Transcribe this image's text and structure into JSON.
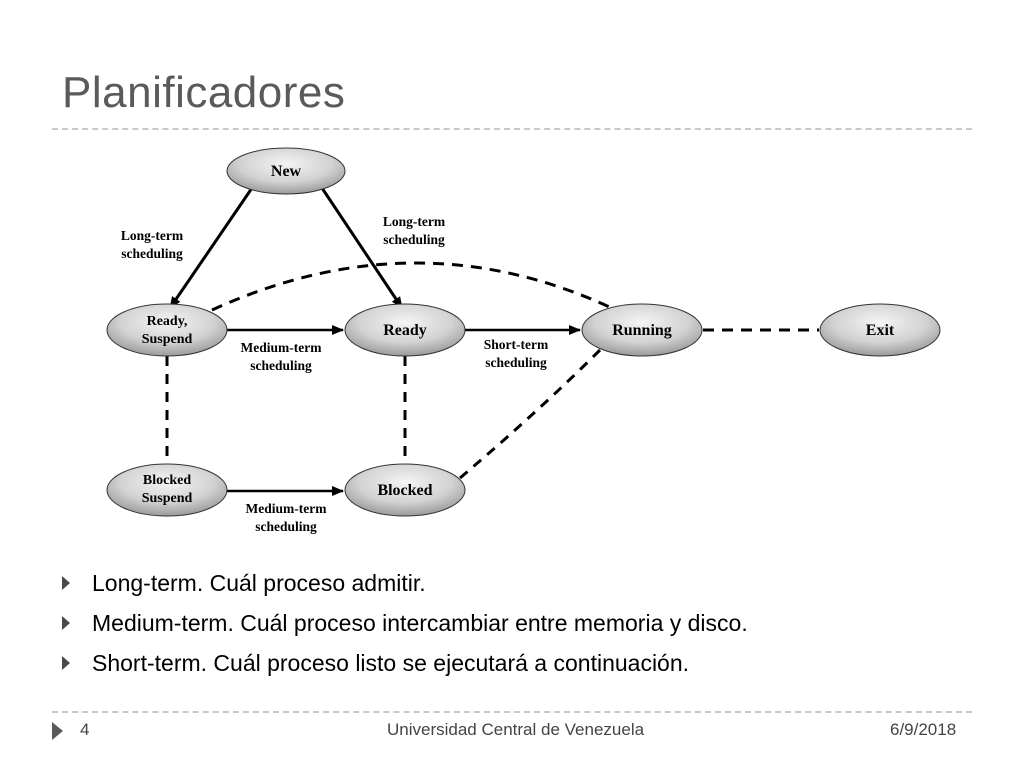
{
  "slide": {
    "title": "Planificadores",
    "footer": {
      "page_number": "4",
      "institution": "Universidad Central de Venezuela",
      "date": "6/9/2018"
    }
  },
  "diagram": {
    "nodes": {
      "new": "New",
      "ready_suspend_line1": "Ready,",
      "ready_suspend_line2": "Suspend",
      "ready": "Ready",
      "running": "Running",
      "exit": "Exit",
      "blocked_suspend_line1": "Blocked",
      "blocked_suspend_line2": "Suspend",
      "blocked": "Blocked"
    },
    "edge_labels": {
      "long_term_left_line1": "Long-term",
      "long_term_left_line2": "scheduling",
      "long_term_right_line1": "Long-term",
      "long_term_right_line2": "scheduling",
      "medium_term_top_line1": "Medium-term",
      "medium_term_top_line2": "scheduling",
      "short_term_line1": "Short-term",
      "short_term_line2": "scheduling",
      "medium_term_bottom_line1": "Medium-term",
      "medium_term_bottom_line2": "scheduling"
    }
  },
  "bullets": [
    "Long-term.  Cuál proceso admitir.",
    "Medium-term. Cuál proceso intercambiar entre memoria y disco.",
    "Short-term. Cuál proceso listo se ejecutará a continuación."
  ]
}
